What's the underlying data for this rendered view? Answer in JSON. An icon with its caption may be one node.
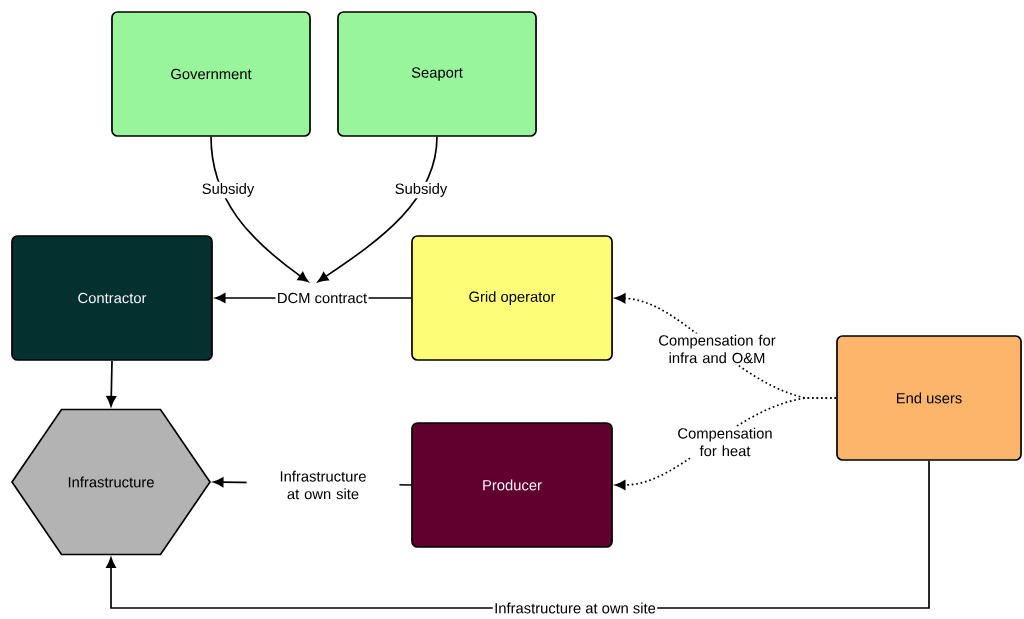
{
  "diagram": {
    "nodes": [
      {
        "text": [
          "Government"
        ]
      },
      {
        "text": [
          "Seaport"
        ]
      },
      {
        "text": [
          "Contractor"
        ]
      },
      {
        "text": [
          "Grid operator"
        ]
      },
      {
        "text": [
          "End users"
        ]
      },
      {
        "text": [
          "Infrastructure"
        ]
      },
      {
        "text": [
          "Producer"
        ]
      }
    ],
    "edges": [
      {
        "from": 0,
        "to": null,
        "arrow": "to",
        "label": "Subsidy"
      },
      {
        "from": 1,
        "to": null,
        "arrow": "to",
        "label": "Subsidy"
      },
      {
        "from": 3,
        "to": 2,
        "arrow": "to",
        "label": "DCM contract"
      },
      {
        "from": 2,
        "to": 5,
        "arrow": "to"
      },
      {
        "from": 4,
        "to": 3,
        "arrow": "to",
        "label": "Compensation for infra and O&M",
        "style": "dashed"
      },
      {
        "from": 4,
        "to": 6,
        "arrow": "to",
        "label": "Compensation for heat",
        "style": "dashed"
      },
      {
        "from": 6,
        "to": 5,
        "arrow": "to",
        "label": "Infrastructure at own site"
      },
      {
        "from": 4,
        "to": 5,
        "arrow": "to",
        "label": "Infrastructure at own site"
      }
    ]
  }
}
